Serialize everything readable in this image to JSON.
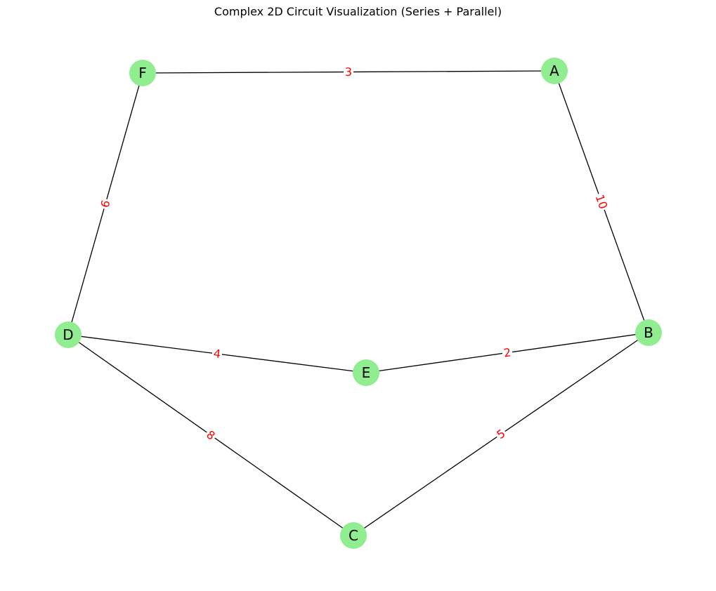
{
  "title": "Complex 2D Circuit Visualization (Series + Parallel)",
  "colors": {
    "node_fill": "#90ee90",
    "edge": "#000000",
    "edge_label": "#ff0000",
    "label_bg": "#ffffff"
  },
  "nodes": [
    {
      "id": "A",
      "label": "A"
    },
    {
      "id": "B",
      "label": "B"
    },
    {
      "id": "C",
      "label": "C"
    },
    {
      "id": "D",
      "label": "D"
    },
    {
      "id": "E",
      "label": "E"
    },
    {
      "id": "F",
      "label": "F"
    }
  ],
  "edges": [
    {
      "source": "F",
      "target": "A",
      "label": "3"
    },
    {
      "source": "A",
      "target": "B",
      "label": "10"
    },
    {
      "source": "F",
      "target": "D",
      "label": "6"
    },
    {
      "source": "D",
      "target": "E",
      "label": "4"
    },
    {
      "source": "E",
      "target": "B",
      "label": "2"
    },
    {
      "source": "D",
      "target": "C",
      "label": "8"
    },
    {
      "source": "C",
      "target": "B",
      "label": "5"
    }
  ]
}
